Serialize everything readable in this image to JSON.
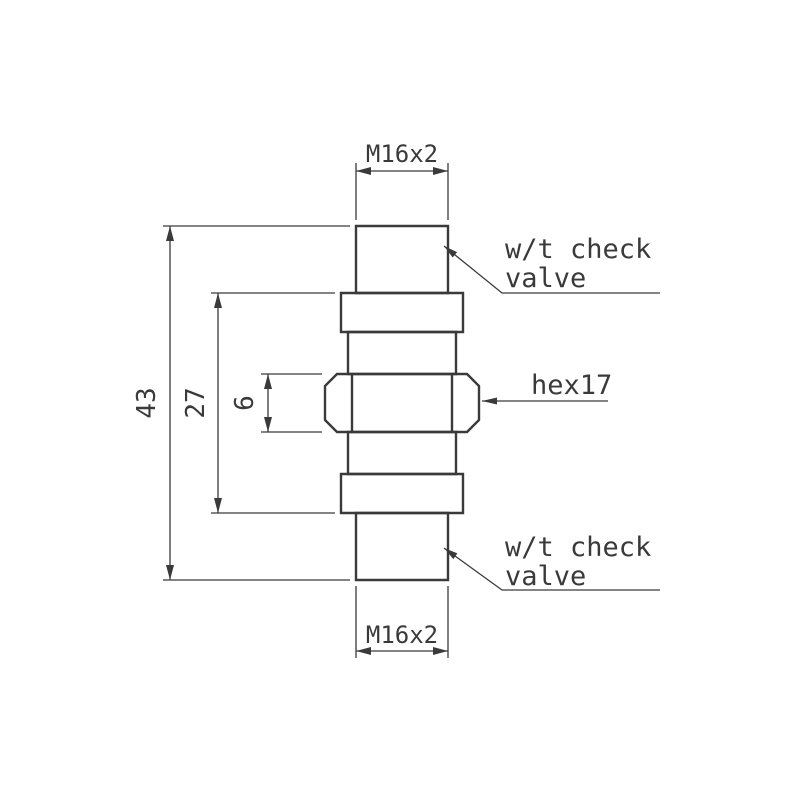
{
  "drawing": {
    "title": "threaded fitting with check valves - dimensioned drawing",
    "labels": {
      "thread_top": "M16x2",
      "thread_bottom": "M16x2",
      "overall_length": "43",
      "body_length": "27",
      "hex_height": "6",
      "hex_size": "hex17",
      "check_valve_top_line1": "w/t check",
      "check_valve_top_line2": "valve",
      "check_valve_bottom_line1": "w/t check",
      "check_valve_bottom_line2": "valve"
    },
    "colors": {
      "line": "#3a3a3a",
      "background": "#ffffff"
    }
  }
}
